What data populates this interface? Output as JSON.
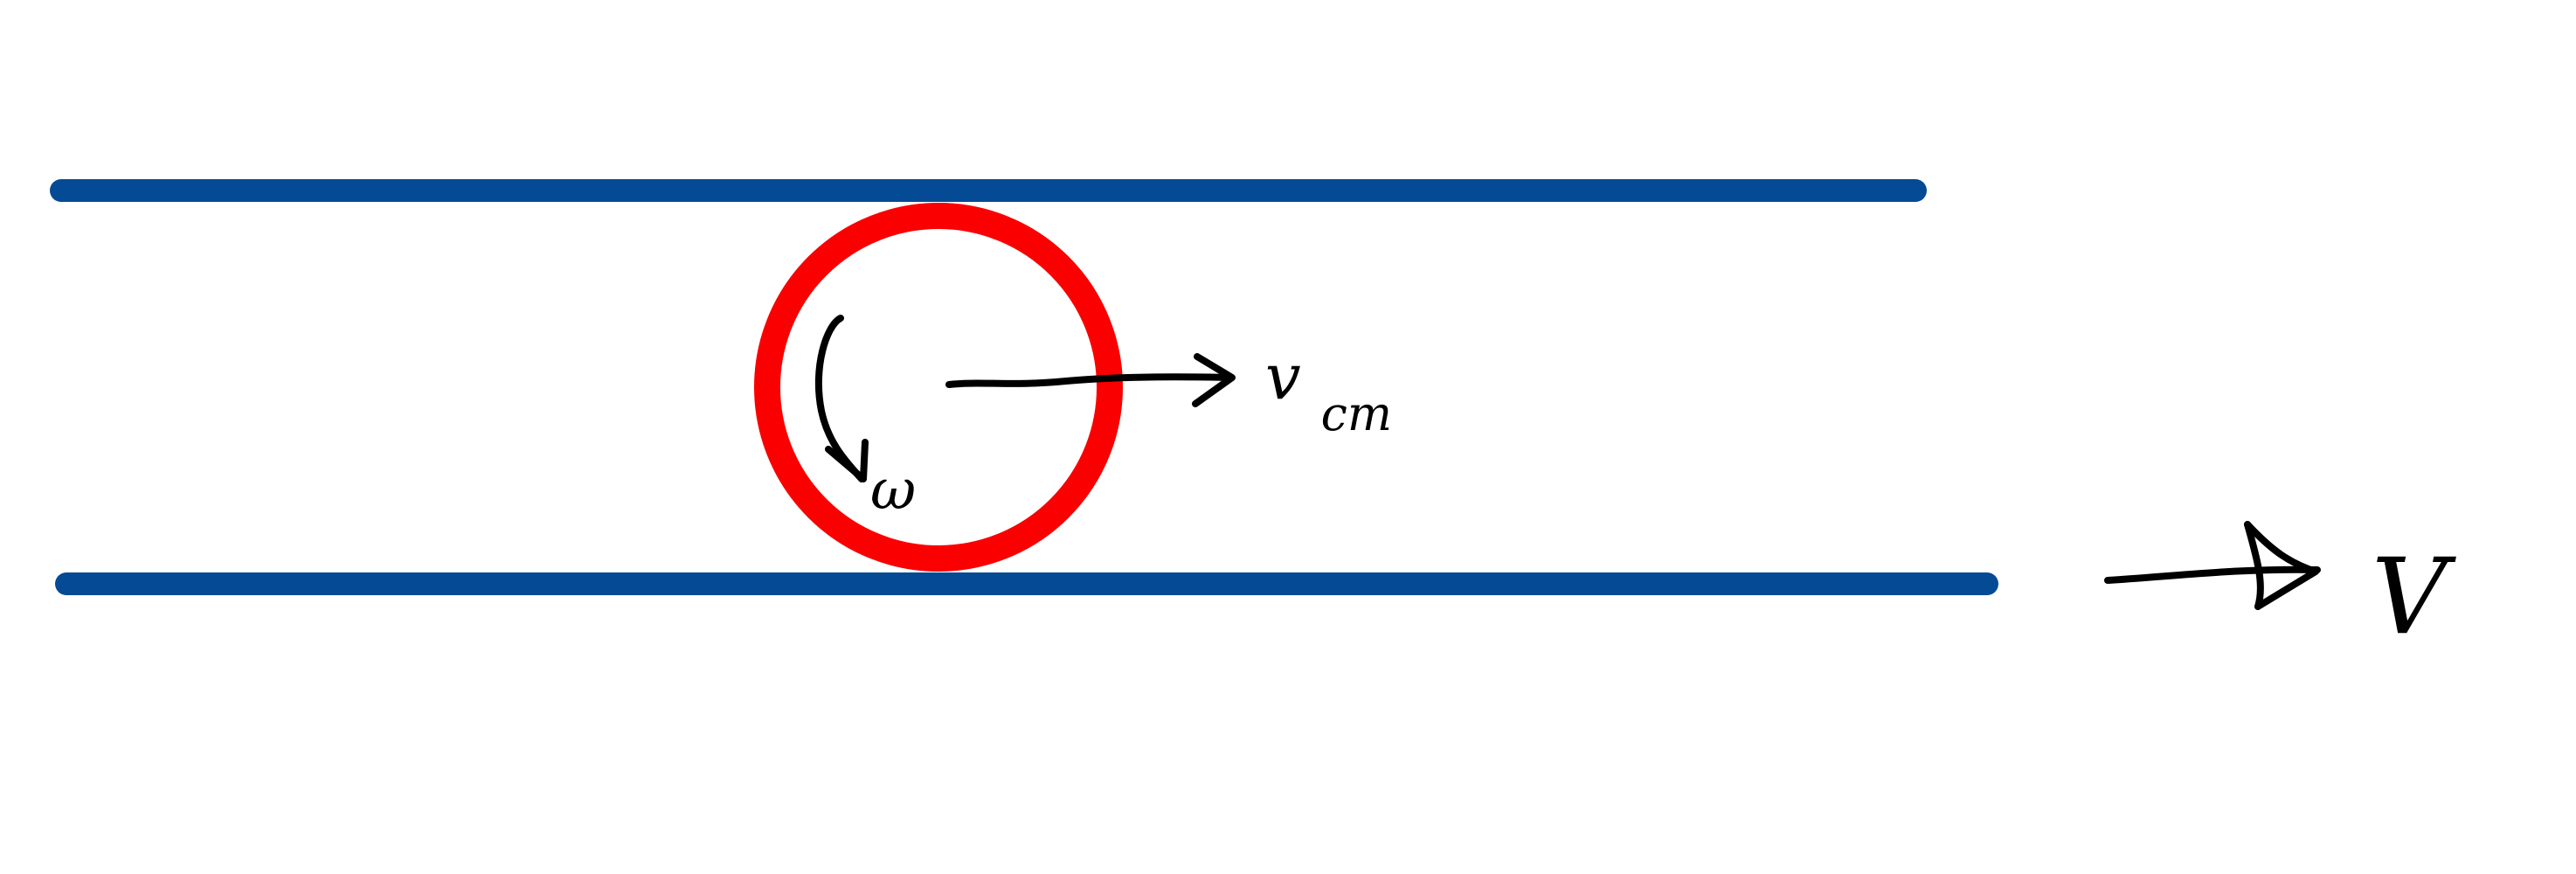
{
  "diagram": {
    "labels": {
      "omega": "ω",
      "v_main": "v",
      "v_cm_sub": "cm",
      "V": "V"
    },
    "colors": {
      "plate": "#054a94",
      "wheel": "#fa0000",
      "ink": "#000000",
      "background": "#ffffff"
    },
    "icons": {
      "rotation": "clockwise-arrow-icon",
      "velocity_cm": "right-arrow-icon",
      "velocity_plate": "right-arrow-icon"
    }
  }
}
